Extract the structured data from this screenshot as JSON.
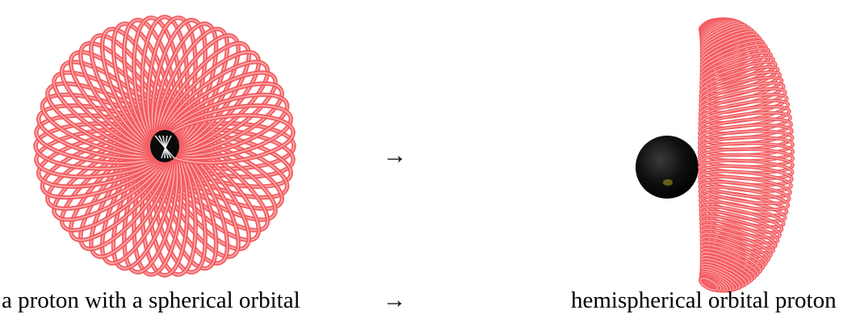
{
  "figure": {
    "left_panel": {
      "caption": "a proton with a spherical orbital",
      "ring_color": "#f25a5e",
      "ring_highlight": "#ffd3d3",
      "nucleus_color": "#0a0a0a",
      "icon": "spherical-orbital-torus"
    },
    "right_panel": {
      "caption": "hemispherical orbital proton",
      "ring_color": "#f25a5e",
      "ring_highlight": "#ffd3d3",
      "nucleus_color": "#0a0a0a",
      "nucleus_glint": "#a8a020",
      "icon": "hemispherical-orbital-torus"
    },
    "arrow_symbol": "→",
    "caption_arrow_symbol": "→"
  }
}
